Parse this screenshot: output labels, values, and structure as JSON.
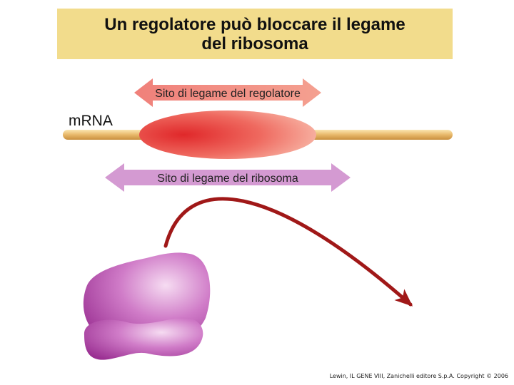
{
  "title": {
    "line1": "Un regolatore può bloccare il legame",
    "line2": "del ribosoma"
  },
  "labels": {
    "mrna": "mRNA",
    "regulator_site": "Sito di legame del regolatore",
    "ribosome_site": "Sito di legame del ribosoma"
  },
  "credit": "Lewin, IL GENE VIII, Zanichelli editore S.p.A. Copyright © 2006",
  "colors": {
    "title_bg": "#f2dc8c",
    "mrna_strand": "#e8b86a",
    "regulator": "#e8403f",
    "regulator_arrow": "#f08a80",
    "ribosome_arrow": "#d49ad2",
    "ribosome": "#b24aa8",
    "curved_arrow": "#a01818"
  }
}
